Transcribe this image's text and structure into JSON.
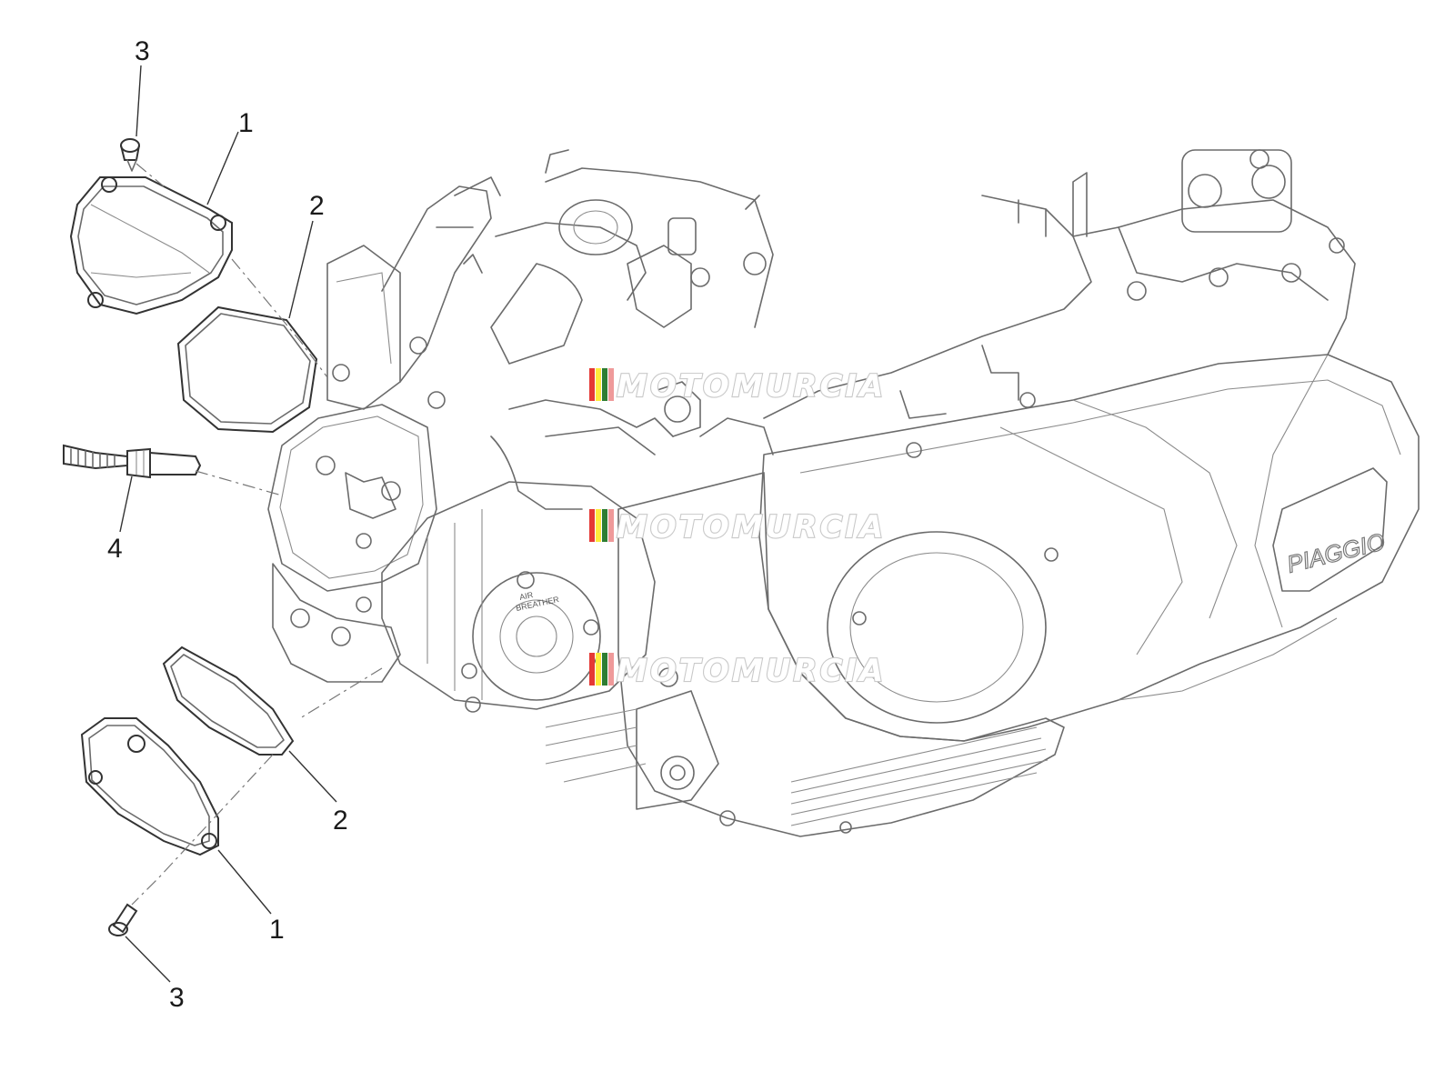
{
  "callouts": [
    {
      "id": "c3a",
      "label": "3"
    },
    {
      "id": "c1a",
      "label": "1"
    },
    {
      "id": "c2a",
      "label": "2"
    },
    {
      "id": "c4",
      "label": "4"
    },
    {
      "id": "c2b",
      "label": "2"
    },
    {
      "id": "c1b",
      "label": "1"
    },
    {
      "id": "c3b",
      "label": "3"
    }
  ],
  "engine": {
    "brand_mark": "PIAGGIO",
    "breather_label_1": "AIR",
    "breather_label_2": "BREATHER"
  },
  "watermark": {
    "text": "MOTOMURCIA",
    "stripe_colors": [
      "#e53935",
      "#ffeb3b",
      "#2e7d32",
      "#ef9a9a"
    ]
  }
}
